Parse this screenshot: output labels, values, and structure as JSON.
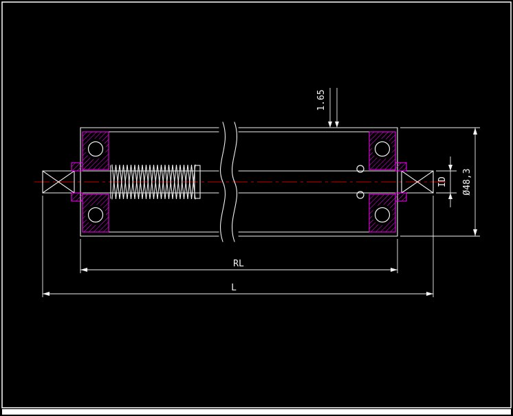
{
  "drawing": {
    "title": "roller-cross-section",
    "labels": {
      "wall_thickness": "1.65",
      "outer_diameter": "Ø48,3",
      "inner_diameter": "ID",
      "roller_length": "RL",
      "total_length": "L"
    },
    "colors": {
      "line": "#f2f2f2",
      "hatch": "#ff00ff",
      "centerline": "#c80000",
      "dimension": "#f2f2f2",
      "background": "#000000",
      "frame": "#ffffff"
    }
  }
}
